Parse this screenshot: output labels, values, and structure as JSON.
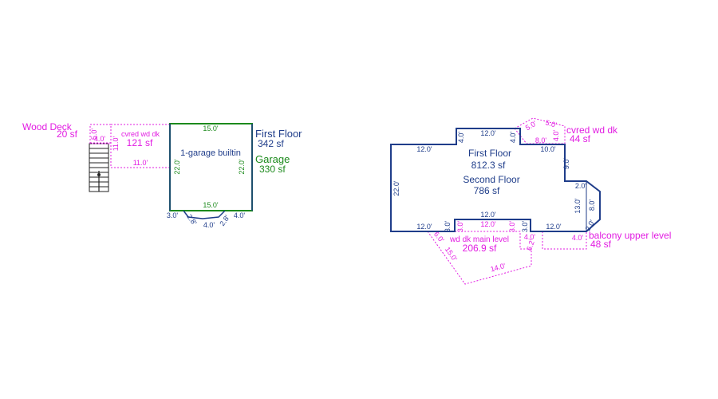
{
  "colors": {
    "navy": "#1f3d8a",
    "green": "#1c8a1c",
    "magenta": "#e21ce2",
    "black": "#222222"
  },
  "left": {
    "wood_deck": {
      "name": "Wood Deck",
      "area": "20 sf"
    },
    "deck_dim_5": "5.0'",
    "deck_dim_4": "4.0'",
    "cvred": {
      "name": "cvred wd dk",
      "area": "121 sf"
    },
    "cvred_dim_11v": "11.0'",
    "cvred_dim_11h": "11.0'",
    "first_floor": {
      "name": "First Floor",
      "area": "342 sf"
    },
    "garage": {
      "name": "Garage",
      "area": "330 sf"
    },
    "garage_label": "1-garage builtin",
    "dims": {
      "top": "15.0'",
      "bottom": "15.0'",
      "left": "22.0'",
      "right": "22.0'",
      "b1": "3.0'",
      "b2": "2.8'",
      "b3": "4.0'",
      "b4": "2.8'",
      "b5": "4.0'"
    }
  },
  "right": {
    "first_floor": {
      "name": "First Floor",
      "area": "812.3 sf"
    },
    "second_floor": {
      "name": "Second Floor",
      "area": "786 sf"
    },
    "cvred": {
      "name": "cvred wd dk",
      "area": "44 sf"
    },
    "wd_main": {
      "name": "wd dk main level",
      "area": "206.9 sf"
    },
    "balcony": {
      "name": "balcony upper level",
      "area": "48 sf"
    },
    "dims": {
      "top_left": "12.0'",
      "top_mid": "12.0'",
      "top_right": "10.0'",
      "bump_left": "4.0'",
      "bump_right": "4.0'",
      "left": "22.0'",
      "right_upper": "9.0'",
      "r_2": "2.0'",
      "r_13": "13.0'",
      "r_8": "8.0'",
      "r_2b": "2.0'",
      "bot_left": "12.0'",
      "bot_mid_out": "12.0'",
      "bot_mid_in": "12.0'",
      "bot_right": "12.0'",
      "notch_l1": "3.0'",
      "notch_l2": "3.0'",
      "notch_r1": "3.0'",
      "notch_r2": "3.0'"
    },
    "cvred_dims": {
      "a": "5.0'",
      "b": "5.0'",
      "c": "4.0'",
      "d": "8.0'"
    },
    "wd_dims": {
      "a": "6.0'",
      "b": "15.0'",
      "c": "14.0'",
      "d": "4.0'",
      "e": "6.2'"
    },
    "balc_dims": {
      "a": "4.0'",
      "b": "4.0'"
    }
  }
}
